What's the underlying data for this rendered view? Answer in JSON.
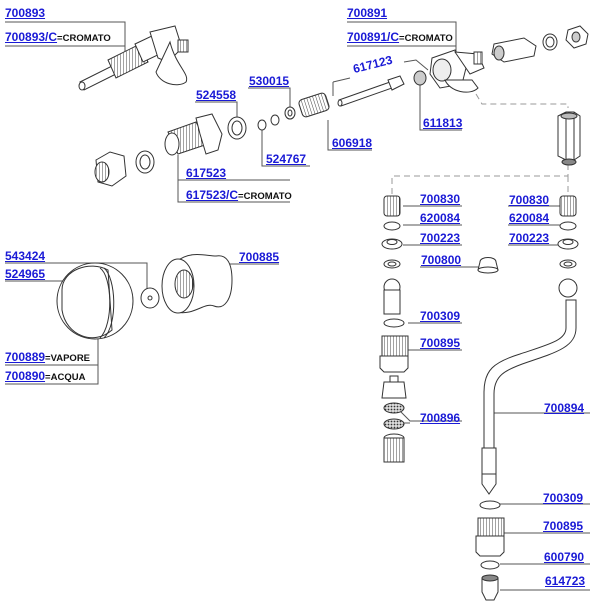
{
  "diagram": {
    "title": "Exploded parts diagram - steam/water valve assembly",
    "colors": {
      "label": "#1a1ad6",
      "leader": "#555555",
      "outline": "#333333",
      "dashed_connector": "#999999"
    },
    "labels": {
      "l700893": "700893",
      "l700893c": "700893/C",
      "l700893c_suffix": "=CROMATO",
      "l700891": "700891",
      "l700891c": "700891/C",
      "l700891c_suffix": "=CROMATO",
      "l617123": "617123",
      "l611813": "611813",
      "l530015": "530015",
      "l524558": "524558",
      "l606918": "606918",
      "l524767": "524767",
      "l617523": "617523",
      "l617523c": "617523/C",
      "l617523c_suffix": "=CROMATO",
      "l543424": "543424",
      "l524965": "524965",
      "l700885": "700885",
      "l700889": "700889",
      "l700889_suffix": "=VAPORE",
      "l700890": "700890",
      "l700890_suffix": "=ACQUA",
      "l700830_left": "700830",
      "l620084_left": "620084",
      "l700223_left": "700223",
      "l700800": "700800",
      "l700830_right": "700830",
      "l620084_right": "620084",
      "l700223_right": "700223",
      "l700309_top": "700309",
      "l700895_top": "700895",
      "l700896": "700896",
      "l700894": "700894",
      "l700309_bottom": "700309",
      "l700895_bottom": "700895",
      "l600790": "600790",
      "l614723": "614723"
    },
    "parts": [
      {
        "code": "700893",
        "variant": "700893/C",
        "note": "CROMATO"
      },
      {
        "code": "700891",
        "variant": "700891/C",
        "note": "CROMATO"
      },
      {
        "code": "617123"
      },
      {
        "code": "611813"
      },
      {
        "code": "530015"
      },
      {
        "code": "524558"
      },
      {
        "code": "606918"
      },
      {
        "code": "524767"
      },
      {
        "code": "617523",
        "variant": "617523/C",
        "note": "CROMATO"
      },
      {
        "code": "543424"
      },
      {
        "code": "524965"
      },
      {
        "code": "700885"
      },
      {
        "code": "700889",
        "note": "VAPORE"
      },
      {
        "code": "700890",
        "note": "ACQUA"
      },
      {
        "code": "700830"
      },
      {
        "code": "620084"
      },
      {
        "code": "700223"
      },
      {
        "code": "700800"
      },
      {
        "code": "700309"
      },
      {
        "code": "700895"
      },
      {
        "code": "700896"
      },
      {
        "code": "700894"
      },
      {
        "code": "600790"
      },
      {
        "code": "614723"
      }
    ]
  }
}
